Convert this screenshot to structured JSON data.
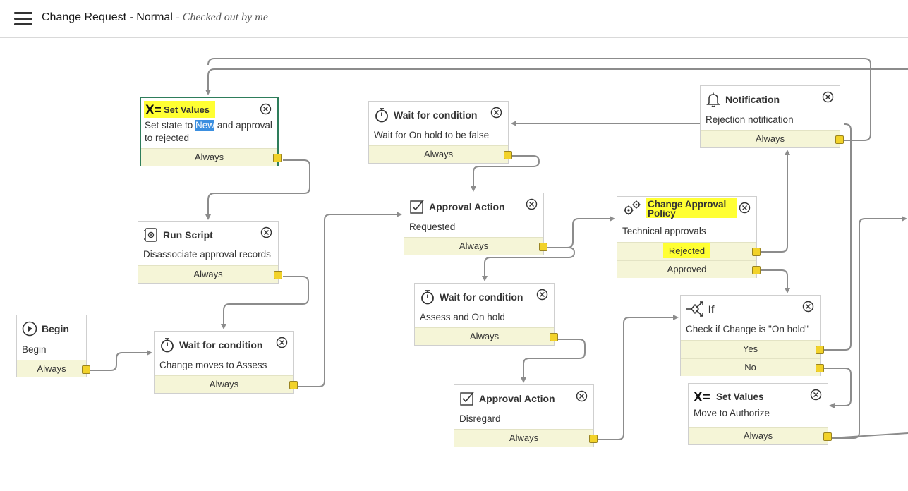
{
  "header": {
    "title": "Change Request - Normal",
    "subtitle": "- Checked out by me"
  },
  "activities": {
    "begin": {
      "title": "Begin",
      "desc": "Begin",
      "conditions": [
        "Always"
      ]
    },
    "set_values_1": {
      "title": "Set Values",
      "desc_before": "Set state to ",
      "desc_selected": "New",
      "desc_after": " and approval to rejected",
      "conditions": [
        "Always"
      ]
    },
    "run_script": {
      "title": "Run Script",
      "desc": "Disassociate approval records",
      "conditions": [
        "Always"
      ]
    },
    "wait_assess": {
      "title": "Wait for condition",
      "desc": "Change moves to Assess",
      "conditions": [
        "Always"
      ]
    },
    "wait_onhold_false": {
      "title": "Wait for condition",
      "desc": "Wait for On hold to be false",
      "conditions": [
        "Always"
      ]
    },
    "approval_requested": {
      "title": "Approval Action",
      "desc": "Requested",
      "conditions": [
        "Always"
      ]
    },
    "wait_assess_onhold": {
      "title": "Wait for condition",
      "desc": "Assess and On hold",
      "conditions": [
        "Always"
      ]
    },
    "approval_disregard": {
      "title": "Approval Action",
      "desc": "Disregard",
      "conditions": [
        "Always"
      ]
    },
    "change_approval_policy": {
      "title": "Change Approval Policy",
      "desc": "Technical approvals",
      "conditions": [
        "Rejected",
        "Approved"
      ]
    },
    "notification": {
      "title": "Notification",
      "desc": "Rejection notification",
      "conditions": [
        "Always"
      ]
    },
    "if_onhold": {
      "title": "If",
      "desc": "Check if Change is \"On hold\"",
      "conditions": [
        "Yes",
        "No"
      ]
    },
    "set_values_2": {
      "title": "Set Values",
      "desc": "Move to Authorize",
      "conditions": [
        "Always"
      ]
    }
  },
  "colors": {
    "highlight": "#ffff33",
    "condition_bg": "#f5f5d7",
    "connector": "#f2d229",
    "wire": "#8c8c8c",
    "selected_border": "#2e7d5b"
  },
  "icons": {
    "menu": "hamburger-icon",
    "begin": "play-circle-icon",
    "set_values": "variable-x-equals-icon",
    "run_script": "script-scroll-icon",
    "wait": "stopwatch-icon",
    "approval": "checkbox-icon",
    "policy": "gears-icon",
    "notification": "bell-icon",
    "if": "branch-icon",
    "delete": "circle-x-icon"
  }
}
